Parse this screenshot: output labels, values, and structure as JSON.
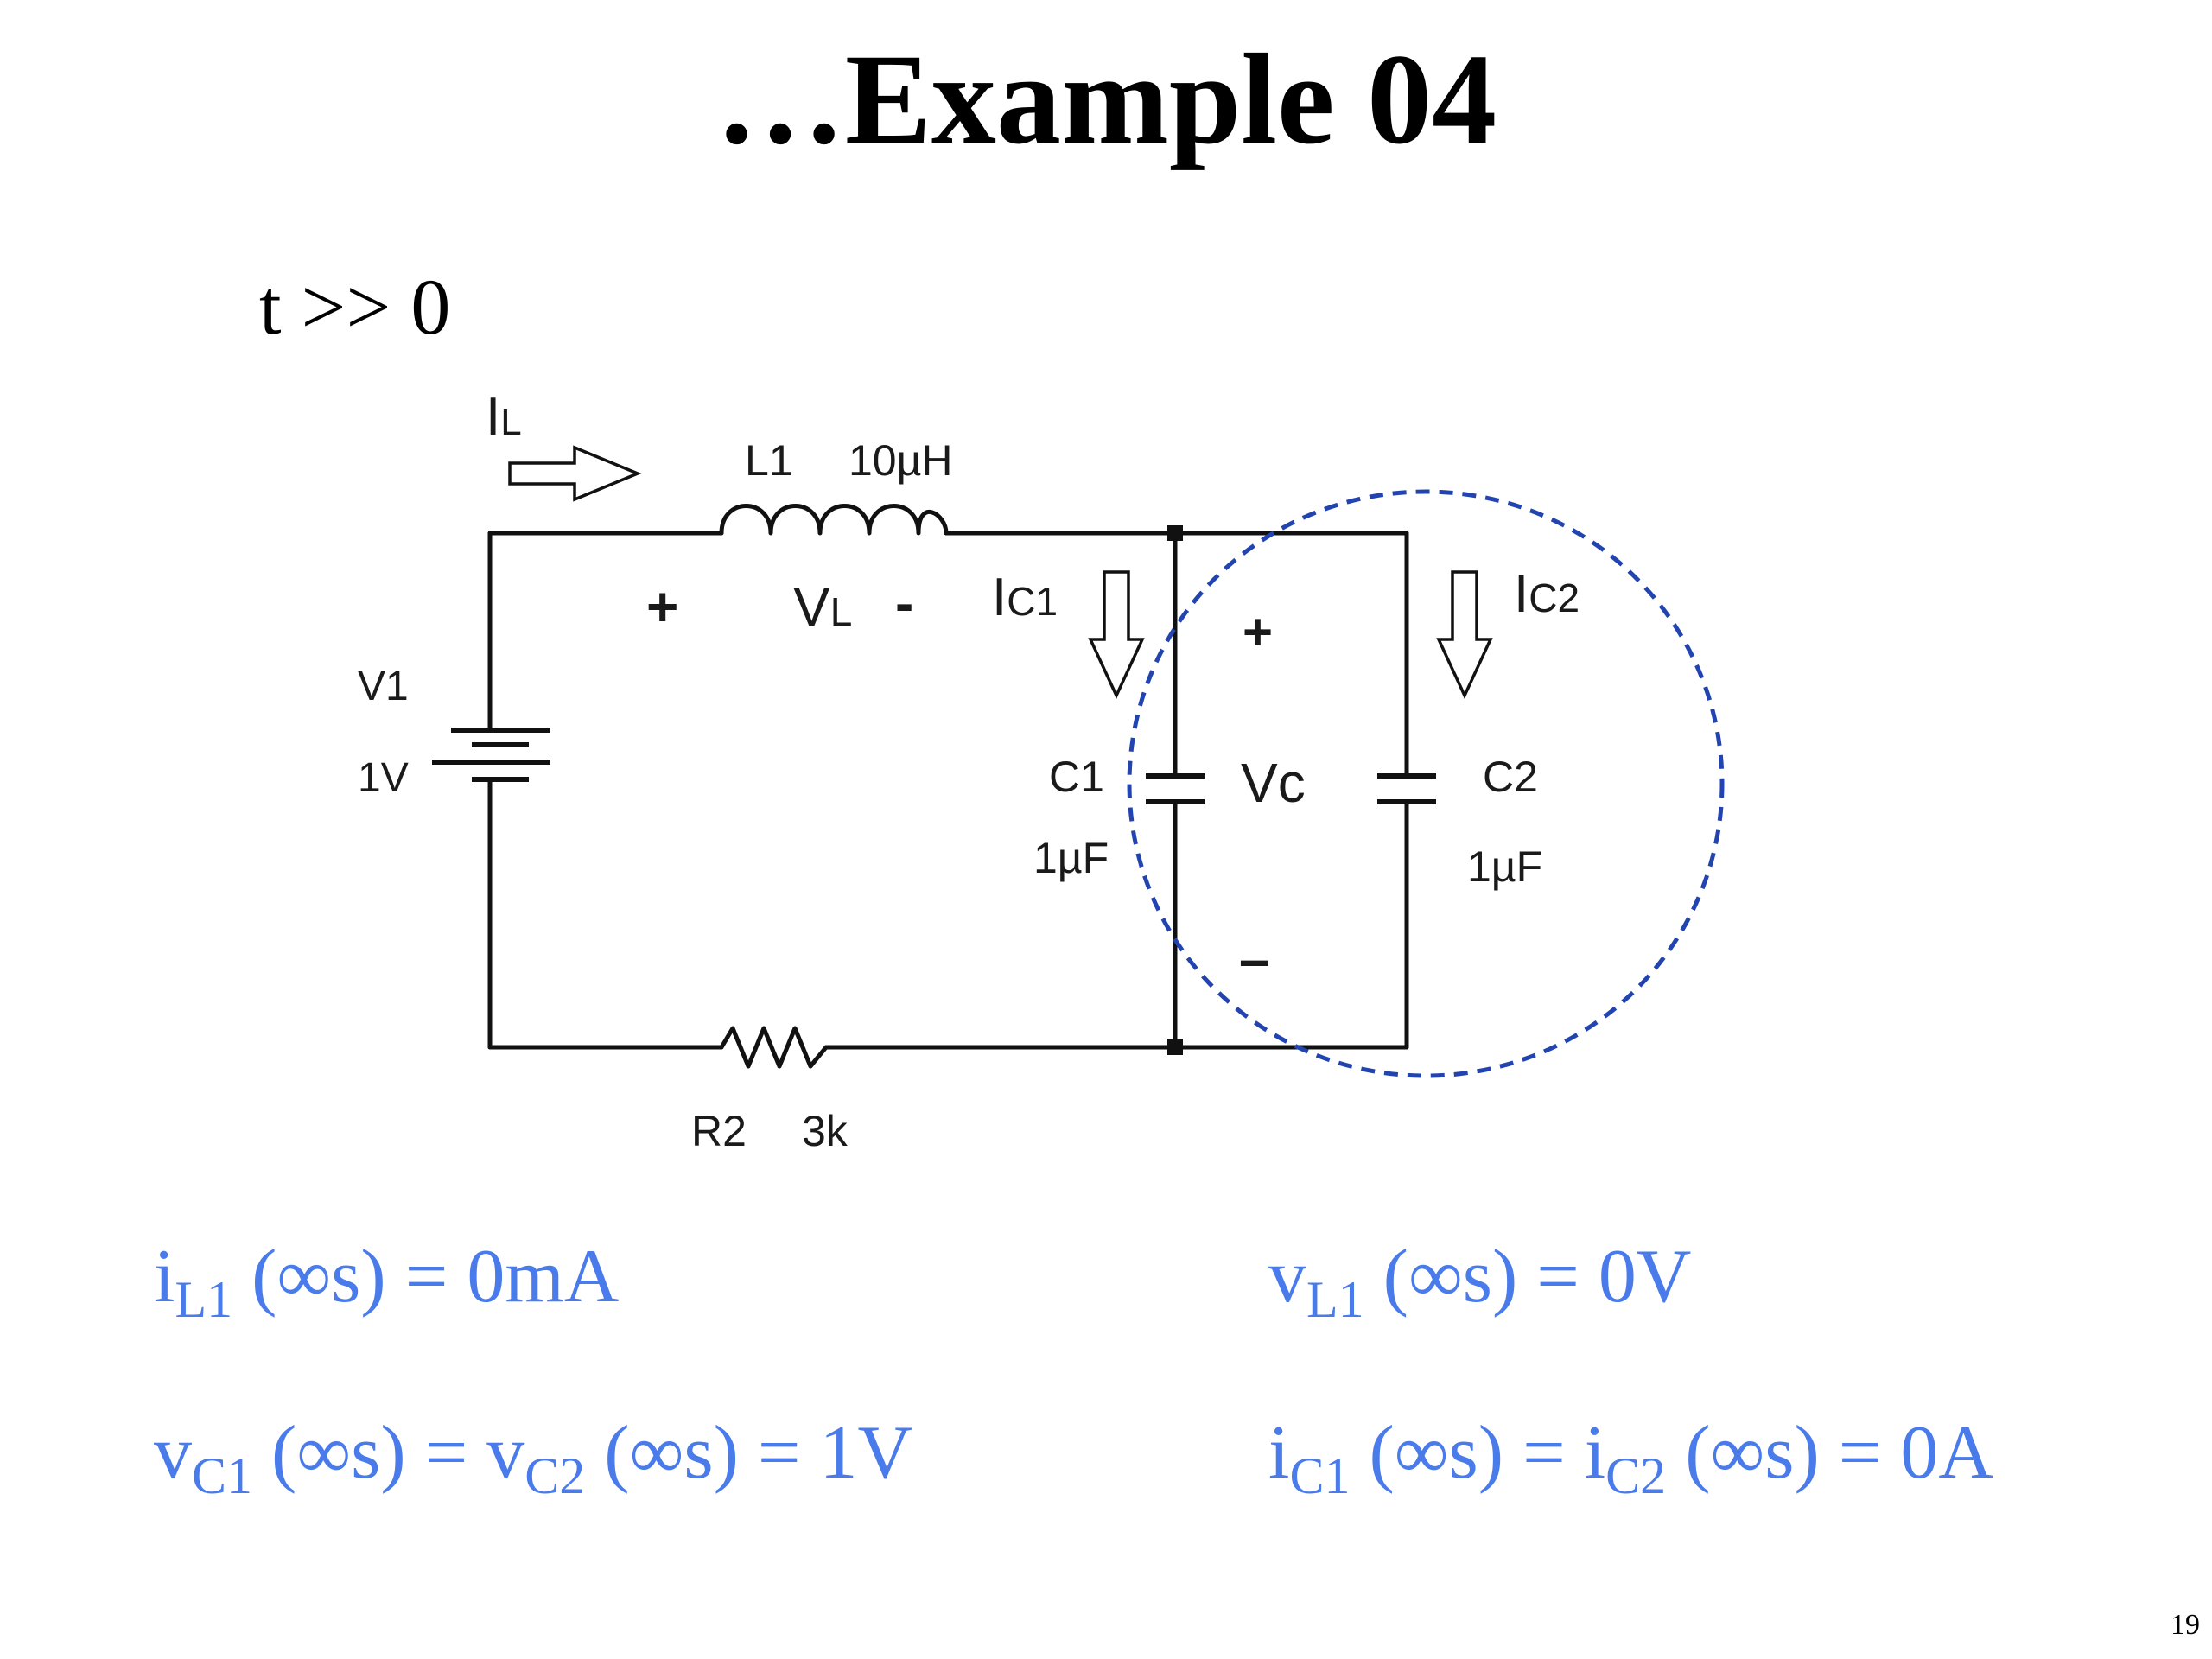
{
  "slide": {
    "title": "…Example 04",
    "condition": "t >> 0",
    "page_number": "19"
  },
  "circuit": {
    "current_label_main": "I",
    "current_label_main_sub": "L",
    "inductor_name": "L1",
    "inductor_value": "10µH",
    "inductor_voltage_label": "V",
    "inductor_voltage_sub": "L",
    "plus_sign": "+",
    "minus_sign": "-",
    "source_name": "V1",
    "source_value": "1V",
    "c1_current_label": "I",
    "c1_current_sub": "C1",
    "c2_current_label": "I",
    "c2_current_sub": "C2",
    "c1_name": "C1",
    "c1_value": "1µF",
    "c2_name": "C2",
    "c2_value": "1µF",
    "cap_voltage_label": "Vc",
    "cap_plus": "+",
    "cap_minus": "–",
    "resistor_name": "R2",
    "resistor_value": "3k",
    "wire_color": "#111111",
    "ellipse_color": "#2244b0"
  },
  "results": {
    "il1": {
      "var": "i",
      "sub": "L1",
      "rest": " (∞s) = 0mA"
    },
    "vl1": {
      "var": "v",
      "sub": "L1",
      "rest": " (∞s) = 0V"
    },
    "vc": {
      "var1": "v",
      "sub1": "C1",
      "mid": " (∞s) = v",
      "sub2": "C2",
      "rest": " (∞s) = 1V"
    },
    "ic": {
      "var1": "i",
      "sub1": "C1",
      "mid": " (∞s) = i",
      "sub2": "C2",
      "rest": " (∞s) = 0A"
    },
    "color": "#4a7bea"
  }
}
